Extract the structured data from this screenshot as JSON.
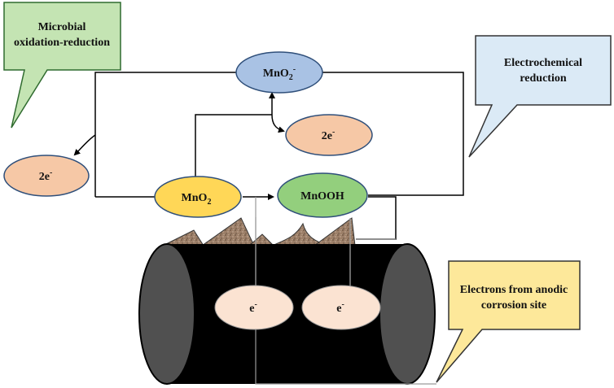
{
  "callouts": {
    "microbial": {
      "line1": "Microbial",
      "line2": "oxidation-reduction"
    },
    "electrochemical": {
      "line1": "Electrochemical",
      "line2": "reduction"
    },
    "electrons": {
      "line1": "Electrons from anodic",
      "line2": "corrosion site"
    }
  },
  "nodes": {
    "mno2_minus": {
      "base": "MnO",
      "sub": "2",
      "sup": "-"
    },
    "two_e_right": {
      "base": "2e",
      "sup": "-"
    },
    "two_e_left": {
      "base": "2e",
      "sup": "-"
    },
    "mno2": {
      "base": "MnO",
      "sub": "2"
    },
    "mnooh": {
      "base": "MnOOH"
    },
    "e_left": {
      "base": "e",
      "sup": "-"
    },
    "e_right": {
      "base": "e",
      "sup": "-"
    }
  },
  "colors": {
    "green_callout": "#c4e4b3",
    "blue_callout": "#dbeaf6",
    "yellow_callout": "#fde89a",
    "blue_node": "#a9c2e4",
    "peach_node": "#f6c8a6",
    "yellow_node": "#ffd757",
    "green_node": "#93cf7d",
    "electron_fill": "#fbe3d2",
    "pipe": "#000000",
    "pipe_end": "#505050",
    "deposit": "#9d8069"
  }
}
